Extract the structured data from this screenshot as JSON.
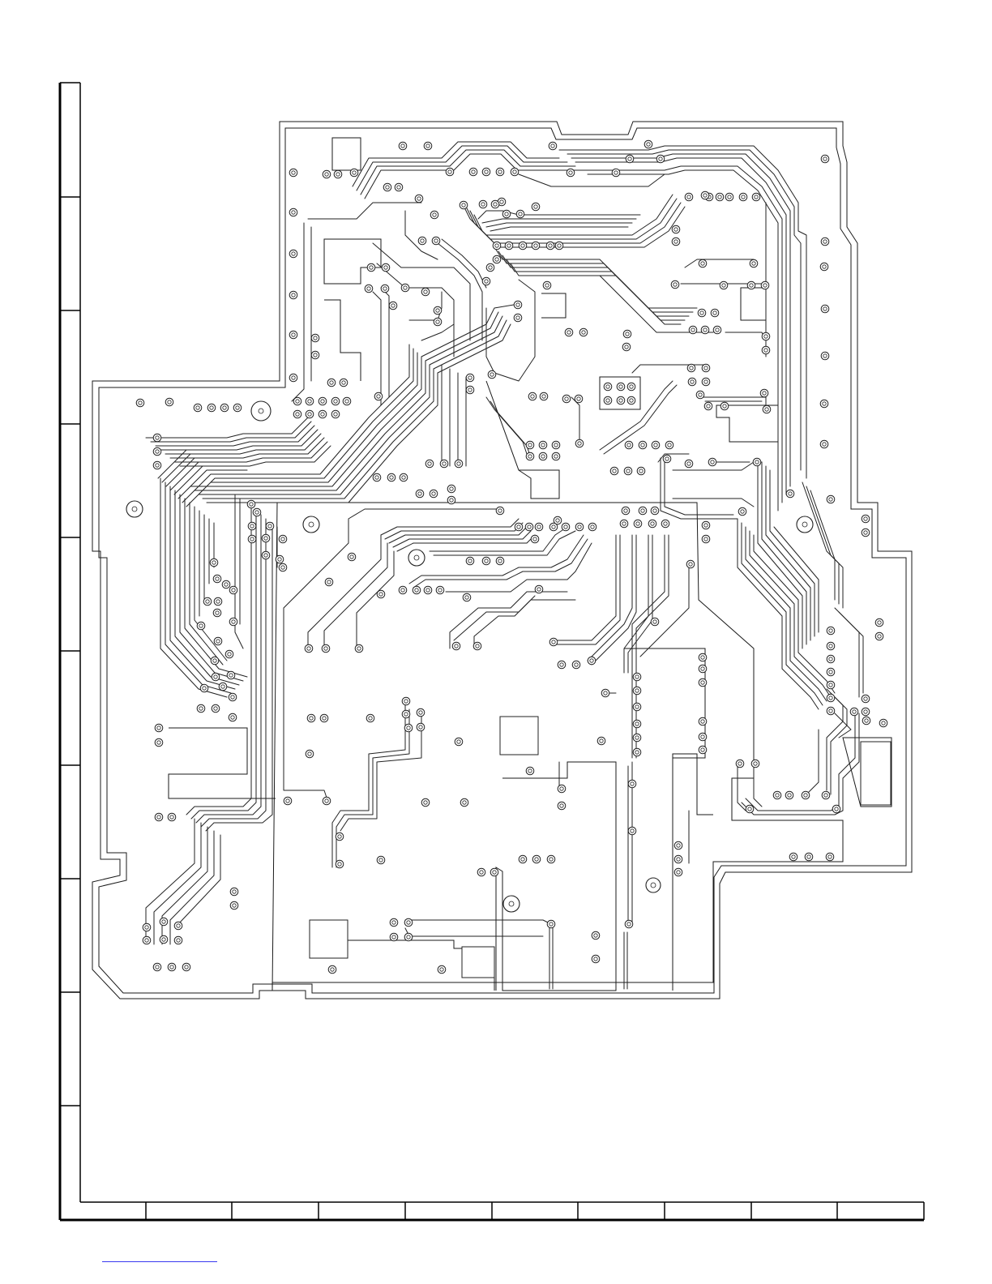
{
  "page": {
    "kind": "printed-circuit-board-layout",
    "drawing_color": "#1a1a1a",
    "background_color": "#ffffff",
    "footer_link_color": "#3a3af0"
  },
  "grid_frame": {
    "row_zones": 10,
    "column_zones": 10,
    "zone_labels_visible": false
  },
  "board": {
    "layer": "foil-side",
    "mounting_holes": 6,
    "large_square_pads": 2
  }
}
